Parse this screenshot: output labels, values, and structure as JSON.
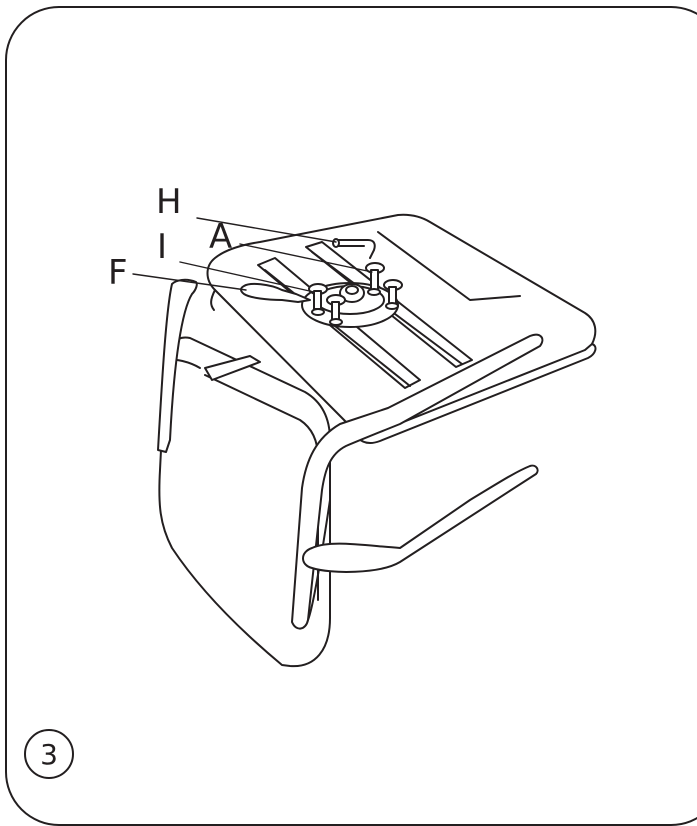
{
  "labels": {
    "h": "H",
    "a": "A",
    "i": "I",
    "f": "F"
  },
  "step_number": "3",
  "colors": {
    "line": "#231f20",
    "background": "#ffffff"
  }
}
